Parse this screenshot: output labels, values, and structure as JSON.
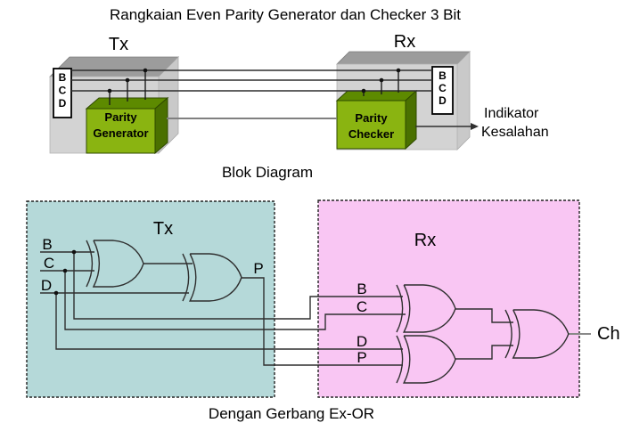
{
  "title": "Rangkaian Even Parity Generator dan Checker 3 Bit",
  "block_diagram": {
    "caption": "Blok Diagram",
    "tx_label": "Tx",
    "rx_label": "Rx",
    "bcd_letters": [
      "B",
      "C",
      "D"
    ],
    "bus_line_count": 3,
    "parity_generator": {
      "line1": "Parity",
      "line2": "Generator"
    },
    "parity_checker": {
      "line1": "Parity",
      "line2": "Checker"
    },
    "error_indicator": {
      "line1": "Indikator",
      "line2": "Kesalahan"
    }
  },
  "gate_diagram": {
    "caption": "Dengan Gerbang Ex-OR",
    "tx": {
      "label": "Tx",
      "input_b": "B",
      "input_c": "C",
      "input_d": "D",
      "output_p": "P",
      "gates": [
        {
          "type": "XOR",
          "inputs": [
            "B",
            "C"
          ]
        },
        {
          "type": "XOR",
          "inputs": [
            "XOR1_out",
            "D"
          ],
          "output": "P"
        }
      ]
    },
    "rx": {
      "label": "Rx",
      "input_b": "B",
      "input_c": "C",
      "input_d": "D",
      "input_p": "P",
      "output_ch": "Ch",
      "gates": [
        {
          "type": "XOR",
          "inputs": [
            "B",
            "C"
          ]
        },
        {
          "type": "XOR",
          "inputs": [
            "D",
            "P"
          ]
        },
        {
          "type": "XOR",
          "inputs": [
            "XOR1_out",
            "XOR2_out"
          ],
          "output": "Ch"
        }
      ]
    }
  },
  "colors": {
    "tx_panel_fill": "#b5d9d9",
    "rx_panel_fill": "#f9c6f3",
    "block_front": "#d3d3d3",
    "block_top": "#9c9c9c",
    "block_side": "#c9c9c9",
    "module_front": "#8ab411",
    "module_top": "#5d8a00",
    "module_side": "#4a7000",
    "wire": "#2f2f2f",
    "parity_wire": "#808080"
  }
}
